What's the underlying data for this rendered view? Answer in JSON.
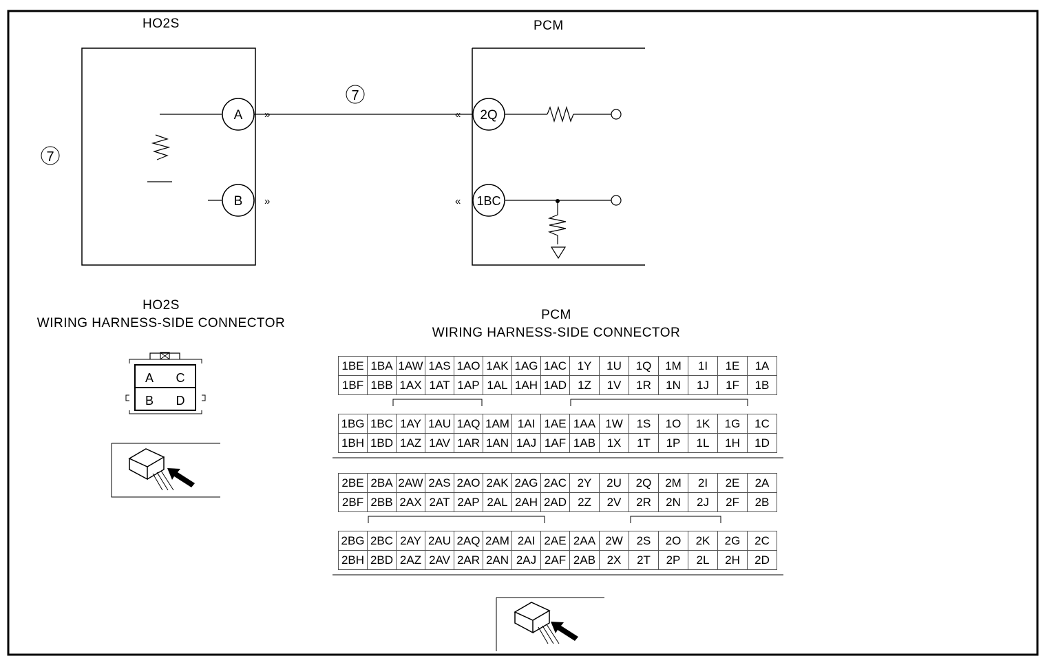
{
  "schematic": {
    "ho2s_title": "HO2S",
    "pcm_title": "PCM",
    "circuit_marker": "7",
    "side_marker": "7",
    "ho2s_terminals": [
      "A",
      "B"
    ],
    "pcm_terminals": [
      "2Q",
      "1BC"
    ]
  },
  "ho2s_connector": {
    "title": "HO2S",
    "subtitle": "WIRING HARNESS-SIDE CONNECTOR",
    "pins": [
      [
        "A",
        "C"
      ],
      [
        "B",
        "D"
      ]
    ]
  },
  "pcm_connector": {
    "title": "PCM",
    "subtitle": "WIRING HARNESS-SIDE CONNECTOR",
    "block1": [
      [
        "1BE",
        "1BA",
        "1AW",
        "1AS",
        "1AO",
        "1AK",
        "1AG",
        "1AC",
        "1Y",
        "1U",
        "1Q",
        "1M",
        "1I",
        "1E",
        "1A"
      ],
      [
        "1BF",
        "1BB",
        "1AX",
        "1AT",
        "1AP",
        "1AL",
        "1AH",
        "1AD",
        "1Z",
        "1V",
        "1R",
        "1N",
        "1J",
        "1F",
        "1B"
      ],
      [
        "1BG",
        "1BC",
        "1AY",
        "1AU",
        "1AQ",
        "1AM",
        "1AI",
        "1AE",
        "1AA",
        "1W",
        "1S",
        "1O",
        "1K",
        "1G",
        "1C"
      ],
      [
        "1BH",
        "1BD",
        "1AZ",
        "1AV",
        "1AR",
        "1AN",
        "1AJ",
        "1AF",
        "1AB",
        "1X",
        "1T",
        "1P",
        "1L",
        "1H",
        "1D"
      ]
    ],
    "block2": [
      [
        "2BE",
        "2BA",
        "2AW",
        "2AS",
        "2AO",
        "2AK",
        "2AG",
        "2AC",
        "2Y",
        "2U",
        "2Q",
        "2M",
        "2I",
        "2E",
        "2A"
      ],
      [
        "2BF",
        "2BB",
        "2AX",
        "2AT",
        "2AP",
        "2AL",
        "2AH",
        "2AD",
        "2Z",
        "2V",
        "2R",
        "2N",
        "2J",
        "2F",
        "2B"
      ],
      [
        "2BG",
        "2BC",
        "2AY",
        "2AU",
        "2AQ",
        "2AM",
        "2AI",
        "2AE",
        "2AA",
        "2W",
        "2S",
        "2O",
        "2K",
        "2G",
        "2C"
      ],
      [
        "2BH",
        "2BD",
        "2AZ",
        "2AV",
        "2AR",
        "2AN",
        "2AJ",
        "2AF",
        "2AB",
        "2X",
        "2T",
        "2P",
        "2L",
        "2H",
        "2D"
      ]
    ]
  },
  "icons": [
    "connector-view-icon",
    "arrow-icon"
  ]
}
